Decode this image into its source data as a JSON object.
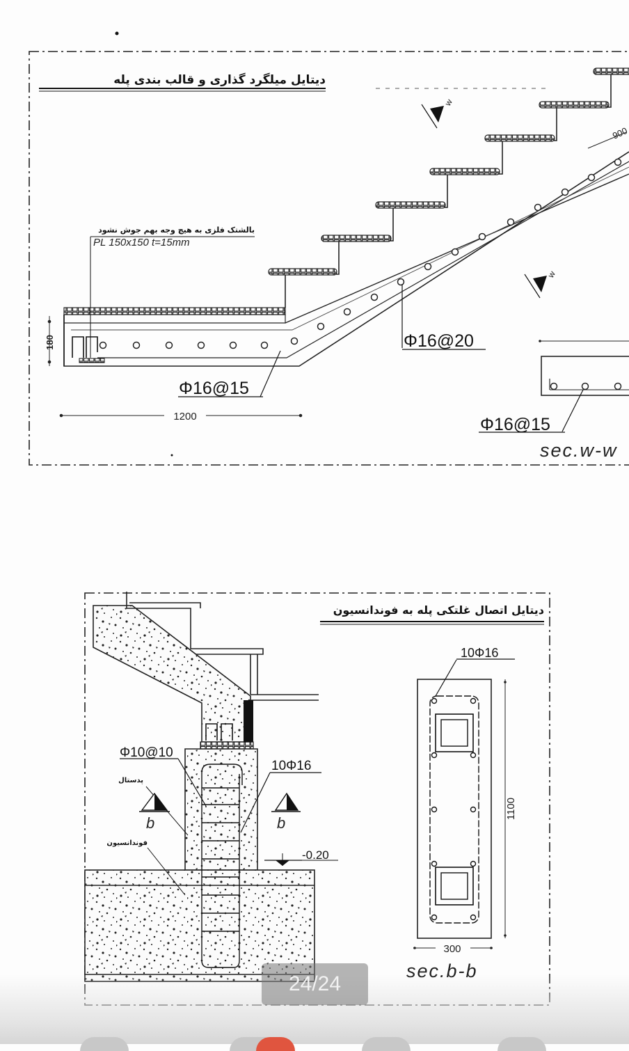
{
  "detail1": {
    "title": "دیتایل میلگرد گذاری و قالب بندی پله",
    "plate_note": "بالشتک فلزی به هیچ وجه بهم جوش نشود",
    "plate_spec": "PL 150x150 t=15mm",
    "rebar_bottom": "Φ16@15",
    "rebar_diag": "Φ16@20",
    "rebar_section": "Φ16@15",
    "dim_length": "1200",
    "dim_thickness": "180",
    "dim_slope": "900",
    "section_label": "sec.w-w",
    "section_mark": "w"
  },
  "detail2": {
    "title": "دیتایل اتصال غلتکی پله به فوندانسیون",
    "stirrups": "Φ10@10",
    "main_bars": "10Φ16",
    "pedestal_label": "پدستال",
    "foundation_label": "فوندانسیون",
    "level": "-0.20",
    "section_mark": "b",
    "section_bars": "10Φ16",
    "dim_height": "1100",
    "dim_width": "300",
    "section_label": "sec.b-b"
  },
  "viewer": {
    "page_counter": "24/24"
  }
}
